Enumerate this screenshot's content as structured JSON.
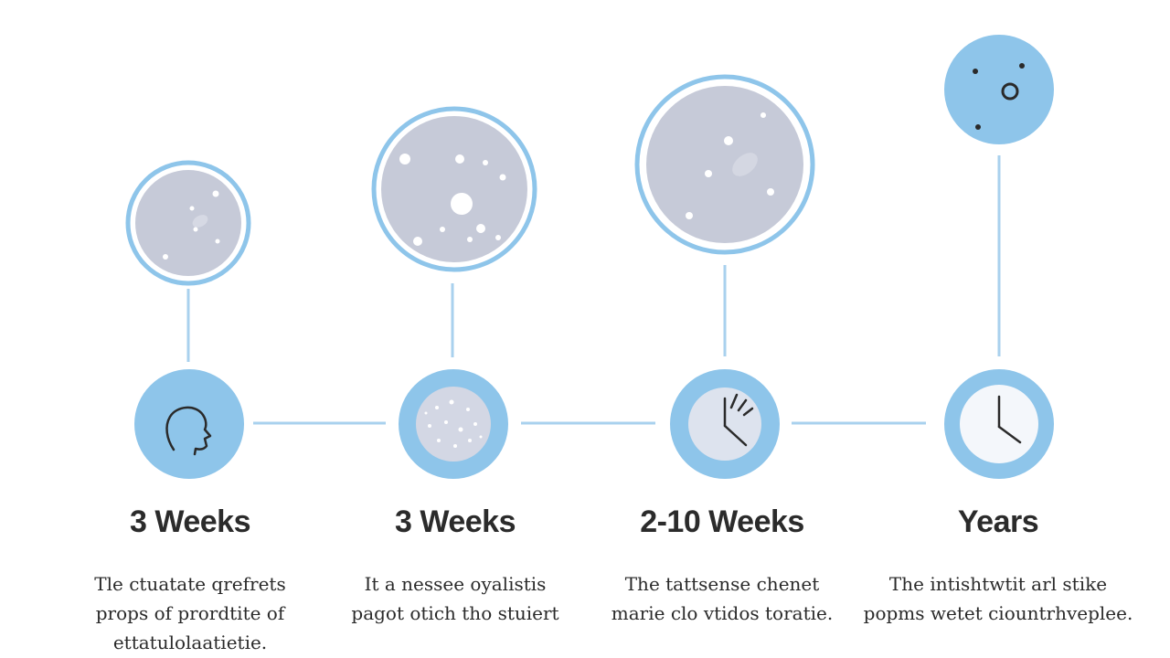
{
  "colors": {
    "blue": "#8ec5ea",
    "blue_ring": "#82bde6",
    "line": "#a9d1ee",
    "grey_fill": "#c6cad8",
    "light_fill": "#eef1f6",
    "icon_stroke": "#2a2a2a",
    "text": "#2b2b2b"
  },
  "stages": [
    {
      "label": "3 Weeks",
      "description": [
        "Tle ctuatate qrefrets",
        "props of prordtite of",
        "ettatulolaatietie."
      ],
      "top_icon": "small-spotted-circle-icon",
      "bottom_icon": "head-profile-icon"
    },
    {
      "label": "3 Weeks",
      "description": [
        "It a nessee oyalistis",
        "pagot otich tho stuiert"
      ],
      "top_icon": "large-spotted-circle-icon",
      "bottom_icon": "dotted-disc-icon"
    },
    {
      "label": "2-10 Weeks",
      "description": [
        "The tattsense chenet",
        "marie clo vtidos toratie."
      ],
      "top_icon": "large-grey-circle-icon",
      "bottom_icon": "clock-dashes-icon"
    },
    {
      "label": "Years",
      "description": [
        "The intishtwtit arl stike",
        "popms wetet ciountrhveplee."
      ],
      "top_icon": "blue-dotted-circle-icon",
      "bottom_icon": "clock-icon"
    }
  ]
}
